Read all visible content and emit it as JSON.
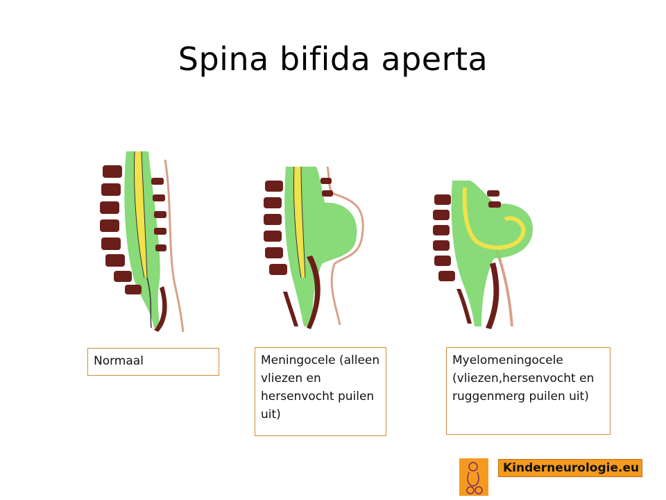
{
  "slide": {
    "title": "Spina bifida aperta"
  },
  "captions": {
    "normal": "Normaal",
    "meningocele": "Meningocele (alleen vliezen en hersenvocht puilen uit)",
    "myelomeningocele": "Myelomeningocele (vliezen,hersenvocht en ruggenmerg puilen uit)"
  },
  "logo": {
    "text": "Kinderneurologie.eu"
  },
  "colors": {
    "vertebra": "#6b1f1a",
    "dura": "#7cd66a",
    "cord": "#f0e24a",
    "skin": "#d9a08a",
    "caption_border": "#d08a3a",
    "logo_bg": "#f59a1e"
  }
}
